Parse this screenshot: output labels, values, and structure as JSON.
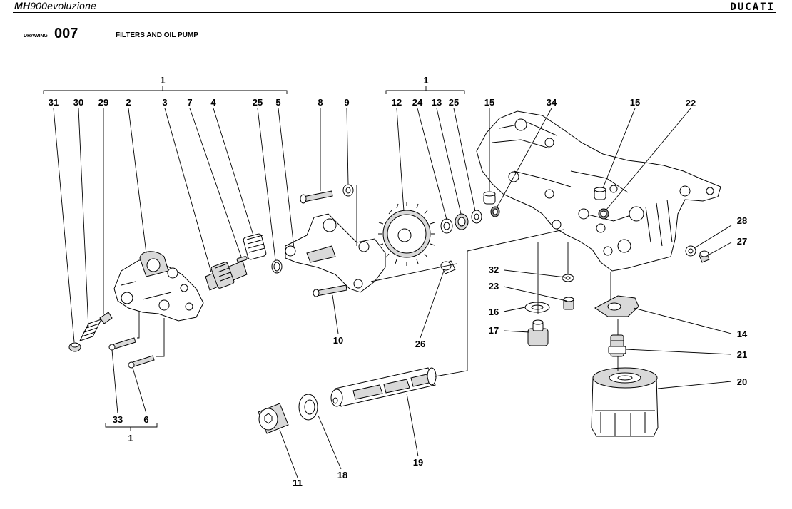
{
  "header": {
    "model_bold": "MH",
    "model_rest": "900evoluzione",
    "brand": "DUCATI",
    "drawing_label": "DRAWING",
    "drawing_number": "007",
    "drawing_title": "FILTERS AND OIL PUMP"
  },
  "callouts": [
    {
      "id": "c1a",
      "text": "1"
    },
    {
      "id": "c1b",
      "text": "1"
    },
    {
      "id": "c1c",
      "text": "1"
    },
    {
      "id": "c31",
      "text": "31"
    },
    {
      "id": "c30",
      "text": "30"
    },
    {
      "id": "c29",
      "text": "29"
    },
    {
      "id": "c2",
      "text": "2"
    },
    {
      "id": "c3",
      "text": "3"
    },
    {
      "id": "c7",
      "text": "7"
    },
    {
      "id": "c4",
      "text": "4"
    },
    {
      "id": "c25a",
      "text": "25"
    },
    {
      "id": "c5",
      "text": "5"
    },
    {
      "id": "c8",
      "text": "8"
    },
    {
      "id": "c9",
      "text": "9"
    },
    {
      "id": "c12",
      "text": "12"
    },
    {
      "id": "c24",
      "text": "24"
    },
    {
      "id": "c13",
      "text": "13"
    },
    {
      "id": "c25b",
      "text": "25"
    },
    {
      "id": "c15a",
      "text": "15"
    },
    {
      "id": "c34",
      "text": "34"
    },
    {
      "id": "c15b",
      "text": "15"
    },
    {
      "id": "c22",
      "text": "22"
    },
    {
      "id": "c28",
      "text": "28"
    },
    {
      "id": "c27",
      "text": "27"
    },
    {
      "id": "c32",
      "text": "32"
    },
    {
      "id": "c23",
      "text": "23"
    },
    {
      "id": "c16",
      "text": "16"
    },
    {
      "id": "c17",
      "text": "17"
    },
    {
      "id": "c14",
      "text": "14"
    },
    {
      "id": "c21",
      "text": "21"
    },
    {
      "id": "c20",
      "text": "20"
    },
    {
      "id": "c10",
      "text": "10"
    },
    {
      "id": "c26",
      "text": "26"
    },
    {
      "id": "c33",
      "text": "33"
    },
    {
      "id": "c6",
      "text": "6"
    },
    {
      "id": "c11",
      "text": "11"
    },
    {
      "id": "c18",
      "text": "18"
    },
    {
      "id": "c19",
      "text": "19"
    }
  ]
}
